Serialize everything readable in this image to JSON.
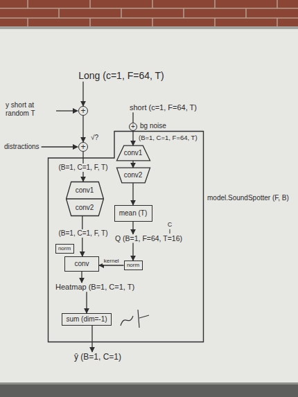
{
  "diagram": {
    "nodes": [
      {
        "text": [
          "Long (c=1, F=64, T)"
        ]
      },
      {
        "text": [
          "+"
        ]
      },
      {
        "text": [
          "short (c=1, F=64, T)"
        ]
      },
      {
        "text": [
          "+"
        ]
      },
      {
        "text": [
          "+"
        ]
      },
      {
        "text": [
          "model.SoundSpotter (F, B)"
        ]
      },
      {
        "text": [
          "conv1",
          "conv2"
        ],
        "in": 5
      },
      {
        "text": [
          "conv1"
        ],
        "in": 5
      },
      {
        "text": [
          "conv2"
        ],
        "in": 5
      },
      {
        "text": [
          "mean (T)"
        ],
        "in": 5
      },
      {
        "text": [
          "Q (B=1, F=64, T=16)"
        ],
        "in": 5
      },
      {
        "text": [
          "norm"
        ],
        "in": 5
      },
      {
        "text": [
          "norm"
        ],
        "in": 5
      },
      {
        "text": [
          "conv"
        ],
        "in": 5
      },
      {
        "text": [
          "Heatmap (B=1, C=1, T)"
        ],
        "in": 5
      },
      {
        "text": [
          "sum (dim=-1)"
        ],
        "in": 5
      },
      {
        "text": [
          "ŷ (B=1, C=1)"
        ]
      }
    ],
    "edges": [
      {
        "from": 0,
        "to": 1,
        "arrow": "to"
      },
      {
        "from": 1,
        "to": 4,
        "arrow": "to"
      },
      {
        "from": 2,
        "to": 3,
        "arrow": "none"
      },
      {
        "from": 3,
        "to": 7,
        "arrow": "to"
      },
      {
        "from": 4,
        "to": 6,
        "arrow": "to"
      },
      {
        "from": 6,
        "to": 13,
        "arrow": "to"
      },
      {
        "from": 7,
        "to": 8,
        "arrow": "to"
      },
      {
        "from": 8,
        "to": 9,
        "arrow": "to"
      },
      {
        "from": 9,
        "to": 10,
        "arrow": "to"
      },
      {
        "from": 10,
        "to": 12,
        "arrow": "to"
      },
      {
        "from": 12,
        "to": 13,
        "label": "kernel",
        "arrow": "to"
      },
      {
        "from": 13,
        "to": 14,
        "arrow": "to"
      },
      {
        "from": 14,
        "to": 15,
        "arrow": "to"
      },
      {
        "from": 15,
        "to": 16,
        "arrow": "to"
      }
    ],
    "labels": [
      "y short at random T",
      "bg noise",
      "distractions",
      "√?",
      "(B=1, C=1, F=64, T)",
      "(B=1, C=1, F, T)",
      "(B=1, C=1, F, T)",
      "C"
    ]
  }
}
